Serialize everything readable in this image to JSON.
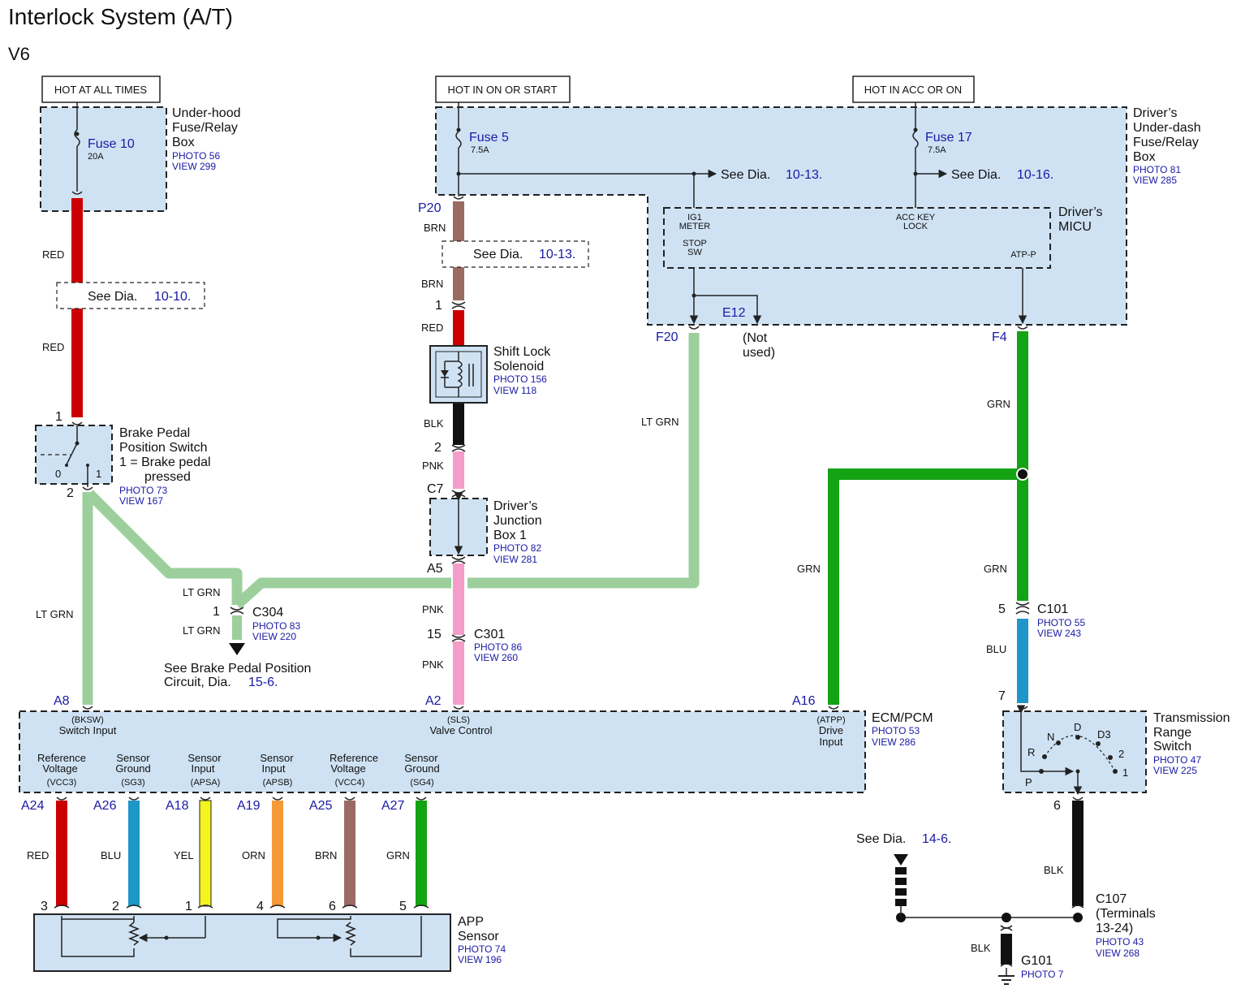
{
  "title": "Interlock System (A/T)",
  "subtitle": "V6",
  "colors": {
    "RED": "#cc0000",
    "BRN": "#9b6b63",
    "BLK": "#111111",
    "PNK": "#f59cc8",
    "LTGRN": "#9ccf9c",
    "GRN": "#13a313",
    "BLU": "#1e96c8",
    "YEL": "#f4f41e",
    "ORN": "#f59a36",
    "box": "#cfe2f3",
    "link": "#1a1aa6"
  },
  "power": {
    "hot_at_all_times": "HOT AT ALL TIMES",
    "hot_in_on_or_start": "HOT IN ON OR START",
    "hot_in_acc_or_on": "HOT IN ACC OR ON"
  },
  "underhood": {
    "name": [
      "Under-hood",
      "Fuse/Relay",
      "Box"
    ],
    "photo": "PHOTO 56",
    "view": "VIEW 299",
    "fuse": "Fuse 10",
    "rating": "20A"
  },
  "underdash": {
    "name": [
      "Driver’s",
      "Under-dash",
      "Fuse/Relay",
      "Box"
    ],
    "photo": "PHOTO 81",
    "view": "VIEW 285",
    "fuse5": "Fuse 5",
    "fuse5_rating": "7.5A",
    "fuse17": "Fuse 17",
    "fuse17_rating": "7.5A"
  },
  "micu": {
    "name": [
      "Driver’s",
      "MICU"
    ],
    "ig1": [
      "IG1",
      "METER"
    ],
    "acc": [
      "ACC KEY",
      "LOCK"
    ],
    "stop": [
      "STOP",
      "SW"
    ],
    "atp": "ATP-P",
    "e12": "E12",
    "not_used": [
      "(Not",
      "used)"
    ]
  },
  "see": {
    "prefix": "See  Dia.",
    "d1010": "10-10.",
    "d1013": "10-13.",
    "d1016": "10-16.",
    "d146_prefix": "See Dia.",
    "d146": "14-6.",
    "brake_circuit": [
      "See Brake Pedal Position",
      "Circuit, Dia."
    ],
    "d156": "15-6."
  },
  "brake_switch": {
    "name": [
      "Brake Pedal",
      "Position Switch",
      "1 = Brake pedal",
      "pressed"
    ],
    "photo": "PHOTO 73",
    "view": "VIEW 167",
    "pin1": "1",
    "pin2": "2",
    "pos0": "0",
    "pos1": "1"
  },
  "shift_lock": {
    "name": [
      "Shift Lock",
      "Solenoid"
    ],
    "photo": "PHOTO 156",
    "view": "VIEW 118",
    "pin1": "1",
    "pin2": "2"
  },
  "junction": {
    "name": [
      "Driver’s",
      "Junction",
      "Box 1"
    ],
    "photo": "PHOTO 82",
    "view": "VIEW 281",
    "c7": "C7",
    "a5": "A5"
  },
  "c304": {
    "name": "C304",
    "photo": "PHOTO 83",
    "view": "VIEW 220",
    "pin": "1"
  },
  "c301": {
    "name": "C301",
    "photo": "PHOTO 86",
    "view": "VIEW 260",
    "pin": "15"
  },
  "c101": {
    "name": "C101",
    "photo": "PHOTO 55",
    "view": "VIEW 243",
    "pin5": "5",
    "pin7": "7"
  },
  "c107": {
    "name": [
      "C107",
      "(Terminals",
      "13-24)"
    ],
    "photo": "PHOTO 43",
    "view": "VIEW 268"
  },
  "g101": {
    "name": "G101",
    "photo": "PHOTO 7"
  },
  "pins": {
    "p20": "P20",
    "f20": "F20",
    "f4": "F4",
    "a8": "A8",
    "a2": "A2",
    "a16": "A16",
    "a24": "A24",
    "a26": "A26",
    "a18": "A18",
    "a19": "A19",
    "a25": "A25",
    "a27": "A27"
  },
  "wires": {
    "red": "RED",
    "brn": "BRN",
    "blk": "BLK",
    "pnk": "PNK",
    "ltgrn": "LT GRN",
    "grn": "GRN",
    "blu": "BLU",
    "yel": "YEL",
    "orn": "ORN"
  },
  "ecm": {
    "name": "ECM/PCM",
    "photo": "PHOTO 53",
    "view": "VIEW 286",
    "bksw": [
      "(BKSW)",
      "Switch Input"
    ],
    "sls": [
      "(SLS)",
      "Valve Control"
    ],
    "atpp": [
      "(ATPP)",
      "Drive",
      "Input"
    ],
    "vcc3": [
      "Reference",
      "Voltage",
      "(VCC3)"
    ],
    "sg3": [
      "Sensor",
      "Ground",
      "(SG3)"
    ],
    "apsa": [
      "Sensor",
      "Input",
      "(APSA)"
    ],
    "apsb": [
      "Sensor",
      "Input",
      "(APSB)"
    ],
    "vcc4": [
      "Reference",
      "Voltage",
      "(VCC4)"
    ],
    "sg4": [
      "Sensor",
      "Ground",
      "(SG4)"
    ]
  },
  "app": {
    "name": [
      "APP",
      "Sensor"
    ],
    "photo": "PHOTO 74",
    "view": "VIEW 196",
    "pins": [
      "3",
      "2",
      "1",
      "4",
      "6",
      "5"
    ]
  },
  "trs": {
    "name": [
      "Transmission",
      "Range",
      "Switch"
    ],
    "photo": "PHOTO 47",
    "view": "VIEW 225",
    "positions": [
      "P",
      "R",
      "N",
      "D",
      "D3",
      "2",
      "1"
    ],
    "pin6": "6"
  }
}
